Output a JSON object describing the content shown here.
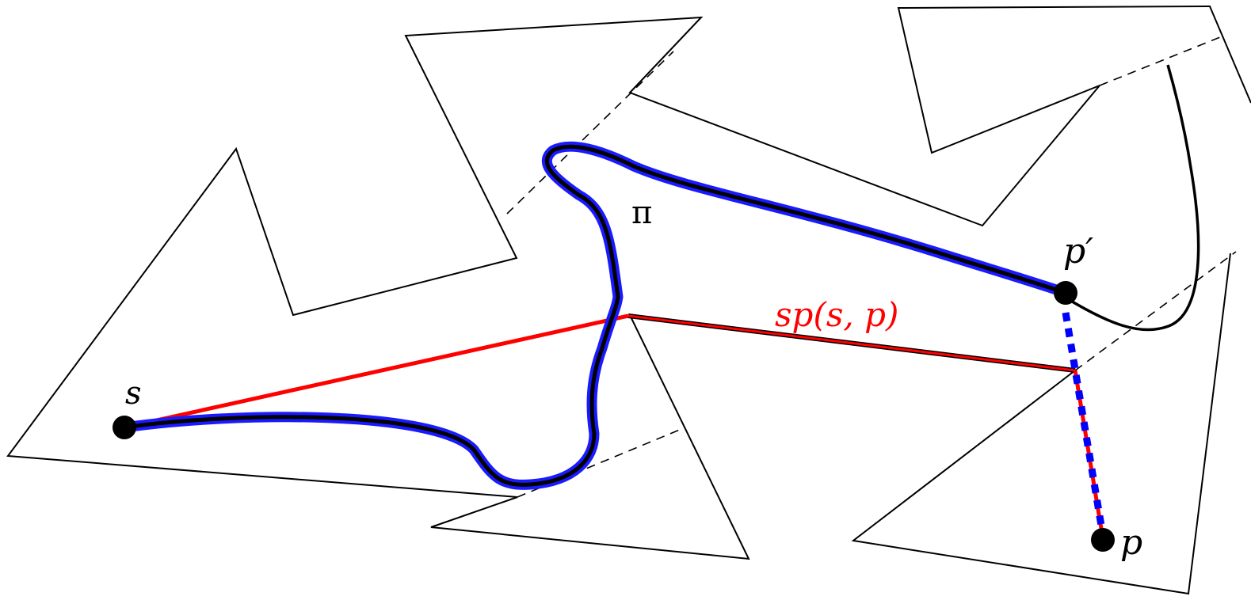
{
  "labels": {
    "s": "s",
    "p": "p",
    "p_prime": "p′",
    "pi": "π",
    "shortest_path": "sp(s, p)"
  },
  "colors": {
    "outline": "#000000",
    "shortest_path": "#ff0000",
    "curve_halo": "#1a1aff",
    "dotted": "#0000ff",
    "background": "#ffffff"
  }
}
